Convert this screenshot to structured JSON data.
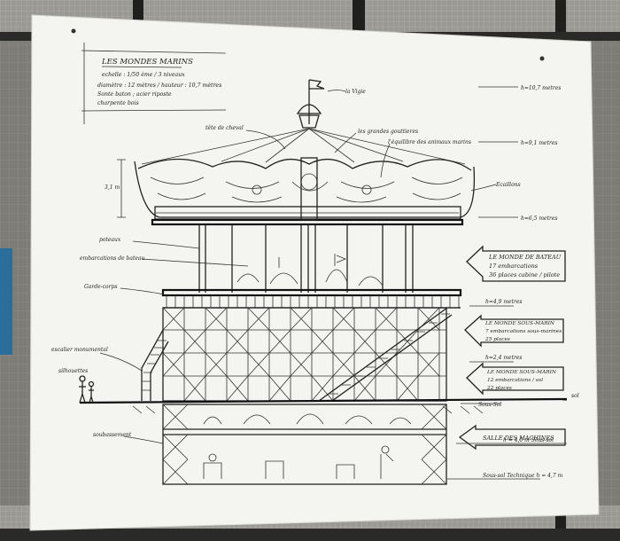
{
  "poster": {
    "title": "LES MONDES MARINS",
    "header_lines": [
      "echelle : 1/50 ème / 3 niveaux",
      "diamètre : 12 mètres / hauteur : 10,7 mètres",
      "Sonte baton ; acier riposte",
      "charpente bois"
    ]
  },
  "annotations": {
    "vigie": "la Vigie",
    "tete_de_cheval": "tête de cheval",
    "gouttieres": "les grandes gouttieres",
    "animaux": "l'équilibre des animaux marins",
    "ecaillons": "Ecaillons",
    "poteaux": "poteaux",
    "embarcations": "embarcations de bateau",
    "garde_corps": "Garde-corps",
    "escalier": "escalier monumental",
    "silhouettes": "silhouettes",
    "soubassement": "soubassement",
    "h_top": "h=10,7 metres",
    "h_2": "h=9,1 metres",
    "h_3": "h=6,5 metres",
    "h_4": "h=4,9 metres",
    "h_5": "h=2,4 metres",
    "h_sol": "Sous-Sol",
    "h_sous": "h = 4,0 m  Sous-sol",
    "dim_left": "3,1 m",
    "sol_tech": "Sous-sol Technique  h = 4,7 m",
    "sol": "sol"
  },
  "callouts": [
    {
      "lines": [
        "LE MONDE DE BATEAU",
        "17 embarcations",
        "36 places  cabine / pilote"
      ]
    },
    {
      "lines": [
        "LE MONDE SOUS-MARIN",
        "7 embarcations sous-marines",
        "25 places"
      ]
    },
    {
      "lines": [
        "LE MONDE SOUS-MARIN",
        "12 embarcations / sol",
        "22 places"
      ]
    },
    {
      "lines": [
        "SALLE DES MACHINES"
      ]
    }
  ],
  "colors": {
    "board": "#f4f4f0",
    "ink": "#222222",
    "frame": "#262624",
    "wall": "#6f6e69"
  }
}
